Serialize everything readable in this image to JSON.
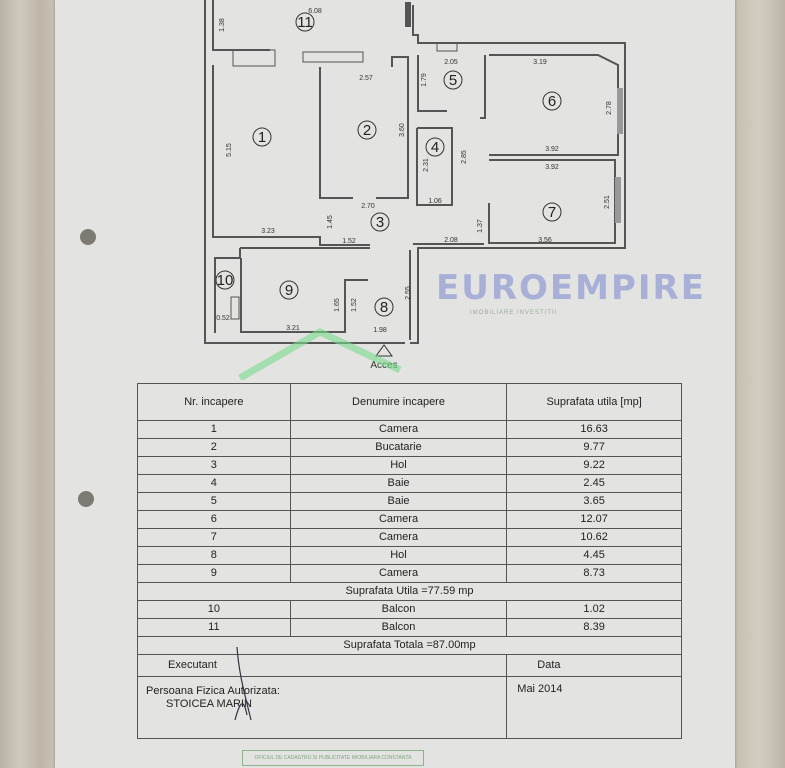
{
  "logo": {
    "text": "EUROEMPIRE",
    "subtitle": "IMOBILIARE INVESTITII"
  },
  "plan": {
    "rooms": [
      "1",
      "2",
      "3",
      "4",
      "5",
      "6",
      "7",
      "8",
      "9",
      "10",
      "11"
    ],
    "dimensions": [
      "6.08",
      "1.38",
      "2.57",
      "3.60",
      "5.15",
      "3.23",
      "1.45",
      "1.52",
      "2.70",
      "2.05",
      "3.19",
      "1.79",
      "2.78",
      "2.31",
      "2.85",
      "1.06",
      "3.92",
      "3.92",
      "2.51",
      "1.37",
      "2.08",
      "3.56",
      "2.55",
      "1.65",
      "1.52",
      "3.21",
      "1.98",
      "0.52"
    ],
    "access_label": "Acces"
  },
  "table": {
    "headers": [
      "Nr. incapere",
      "Denumire incapere",
      "Suprafata utila [mp]"
    ],
    "rows": [
      {
        "nr": "1",
        "name": "Camera",
        "area": "16.63"
      },
      {
        "nr": "2",
        "name": "Bucatarie",
        "area": "9.77"
      },
      {
        "nr": "3",
        "name": "Hol",
        "area": "9.22"
      },
      {
        "nr": "4",
        "name": "Baie",
        "area": "2.45"
      },
      {
        "nr": "5",
        "name": "Baie",
        "area": "3.65"
      },
      {
        "nr": "6",
        "name": "Camera",
        "area": "12.07"
      },
      {
        "nr": "7",
        "name": "Camera",
        "area": "10.62"
      },
      {
        "nr": "8",
        "name": "Hol",
        "area": "4.45"
      },
      {
        "nr": "9",
        "name": "Camera",
        "area": "8.73"
      }
    ],
    "subtotal": "Suprafata Utila =77.59 mp",
    "balconies": [
      {
        "nr": "10",
        "name": "Balcon",
        "area": "1.02"
      },
      {
        "nr": "11",
        "name": "Balcon",
        "area": "8.39"
      }
    ],
    "total": "Suprafata Totala =87.00mp",
    "executant_label": "Executant",
    "date_label": "Data",
    "executant_line1": "Persoana Fizica Autorizata:",
    "executant_line2": "STOICEA MARIN",
    "date_value": "Mai 2014"
  },
  "stamp": "OFICIUL DE CADASTRU SI PUBLICITATE IMOBILIARA CONSTANTA"
}
